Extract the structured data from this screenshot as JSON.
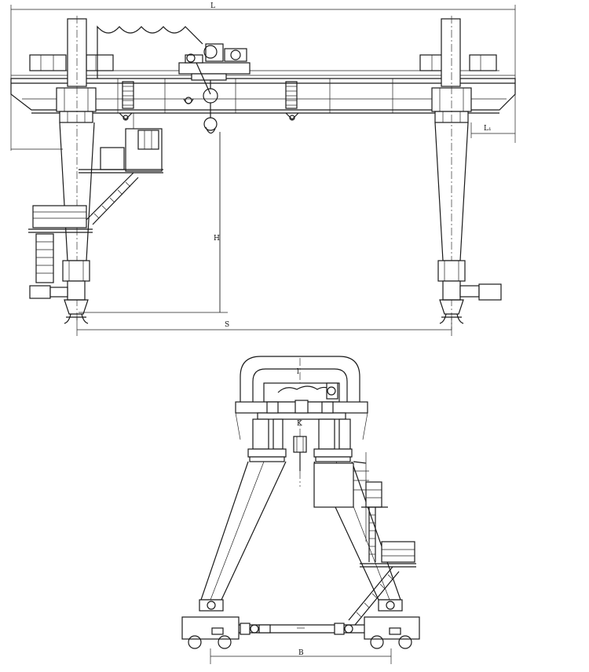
{
  "dimensions": {
    "span_length": "L",
    "cantilever": "L₁",
    "lift_height": "H",
    "span": "S",
    "gauge": "B",
    "trolley_width": "K"
  },
  "colors": {
    "line": "#1a1a1a",
    "paper": "#ffffff"
  }
}
